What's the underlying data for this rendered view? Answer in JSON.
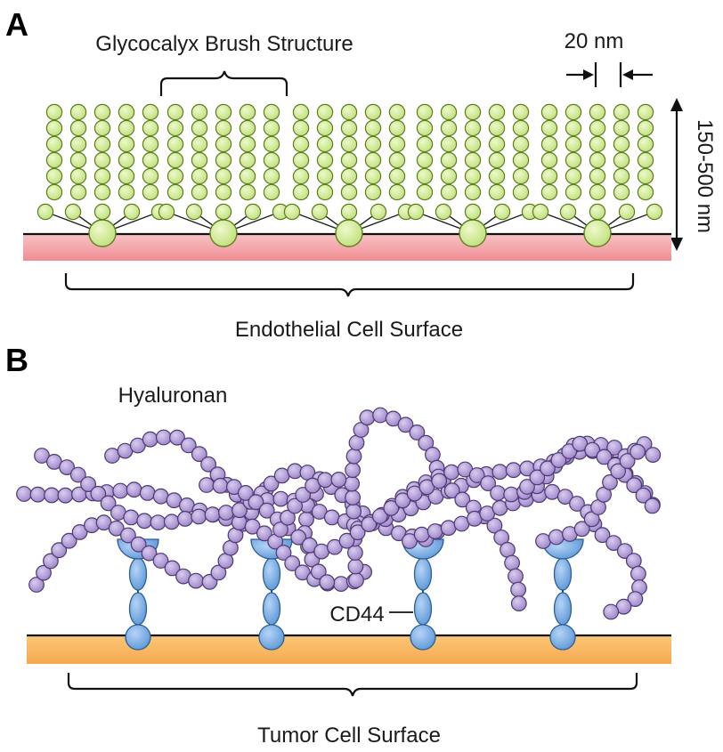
{
  "panel_a": {
    "letter": "A",
    "brush_label": "Glycocalyx Brush Structure",
    "spacing_label": "20 nm",
    "height_label": "150-500 nm",
    "surface_label": "Endothelial Cell Surface",
    "brush_count": 5,
    "chains_per_brush": 5,
    "colors": {
      "bead": "#d4ec94",
      "bead_stroke": "#5f7f1e",
      "surface": "#f4a3a6"
    }
  },
  "panel_b": {
    "letter": "B",
    "polymer_label": "Hyaluronan",
    "receptor_label": "CD44",
    "surface_label": "Tumor Cell Surface",
    "receptor_count": 4,
    "colors": {
      "bead": "#b4a0d6",
      "bead_stroke": "#4e3a73",
      "receptor": "#7fb0e6",
      "receptor_stroke": "#2d5f96",
      "surface": "#f7b25a"
    }
  }
}
